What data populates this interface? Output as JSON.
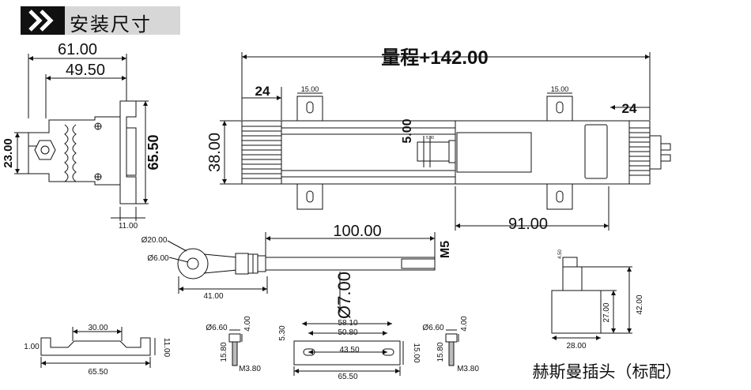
{
  "header": {
    "title": "安装尺寸",
    "icon": "double-chevron-right-icon"
  },
  "front_view": {
    "width_outer": "61.00",
    "width_inner": "49.50",
    "height_left": "23.00",
    "height_right": "65.50",
    "bottom_gap": "11.00"
  },
  "main_view": {
    "stroke": "量程+142.00",
    "left_offset": "24",
    "right_offset": "24",
    "mount_left_w": "15.00",
    "mount_right_w": "15.00",
    "body_height": "38.00",
    "rod_gap": "5.00",
    "rod_gap_small": "5.00",
    "bottom_len": "91.00"
  },
  "rod_end": {
    "eye_outer": "Ø20.00",
    "eye_inner": "Ø6.00",
    "eye_len": "41.00",
    "rod_len": "100.00",
    "thread": "M5",
    "rod_dia": "Ø7.00"
  },
  "clamp": {
    "top_w": "30.00",
    "thickness": "1.00",
    "height": "11.00",
    "bottom_w": "65.50"
  },
  "screw_left": {
    "head_dia": "Ø6.60",
    "head_h": "4.00",
    "shank_len": "15.80",
    "thread": "M3.80"
  },
  "plate": {
    "top1": "58.10",
    "top2": "50.80",
    "hole_pitch": "43.50",
    "left_h": "5.30",
    "right_h": "15.00",
    "width": "65.50"
  },
  "screw_right": {
    "head_dia": "Ø6.60",
    "head_h": "4.00",
    "shank_len": "15.80",
    "thread": "M3.80"
  },
  "connector": {
    "small": "4.50",
    "height_inner": "27.00",
    "height_outer": "42.00",
    "width": "28.00",
    "caption": "赫斯曼插头（标配）"
  }
}
